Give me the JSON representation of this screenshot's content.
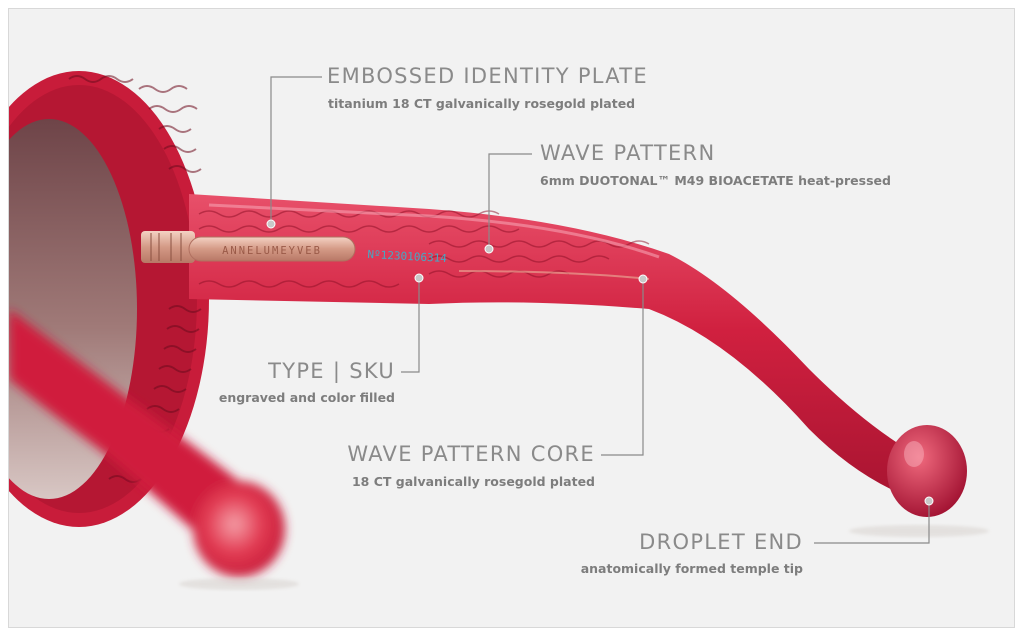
{
  "callouts": {
    "identity_plate": {
      "title": "EMBOSSED IDENTITY PLATE",
      "subtitle": "titanium 18 CT galvanically rosegold plated"
    },
    "wave_pattern": {
      "title": "WAVE PATTERN",
      "subtitle": "6mm DUOTONAL™ M49 BIOACETATE heat-pressed"
    },
    "type_sku": {
      "title": "TYPE | SKU",
      "subtitle": "engraved and color filled"
    },
    "wave_core": {
      "title": "WAVE PATTERN CORE",
      "subtitle": "18 CT galvanically rosegold plated"
    },
    "droplet_end": {
      "title": "DROPLET END",
      "subtitle": "anatomically formed temple tip"
    }
  },
  "engravings": {
    "plate_text": "ANNELUMEYVEB",
    "sku_text": "Nº1230106314"
  },
  "colors": {
    "frame_red": "#d0203f",
    "frame_dark": "#9e1430",
    "lens": "#8a5a5e",
    "callout_line": "#8a8a8a",
    "background": "#f2f2f2"
  }
}
